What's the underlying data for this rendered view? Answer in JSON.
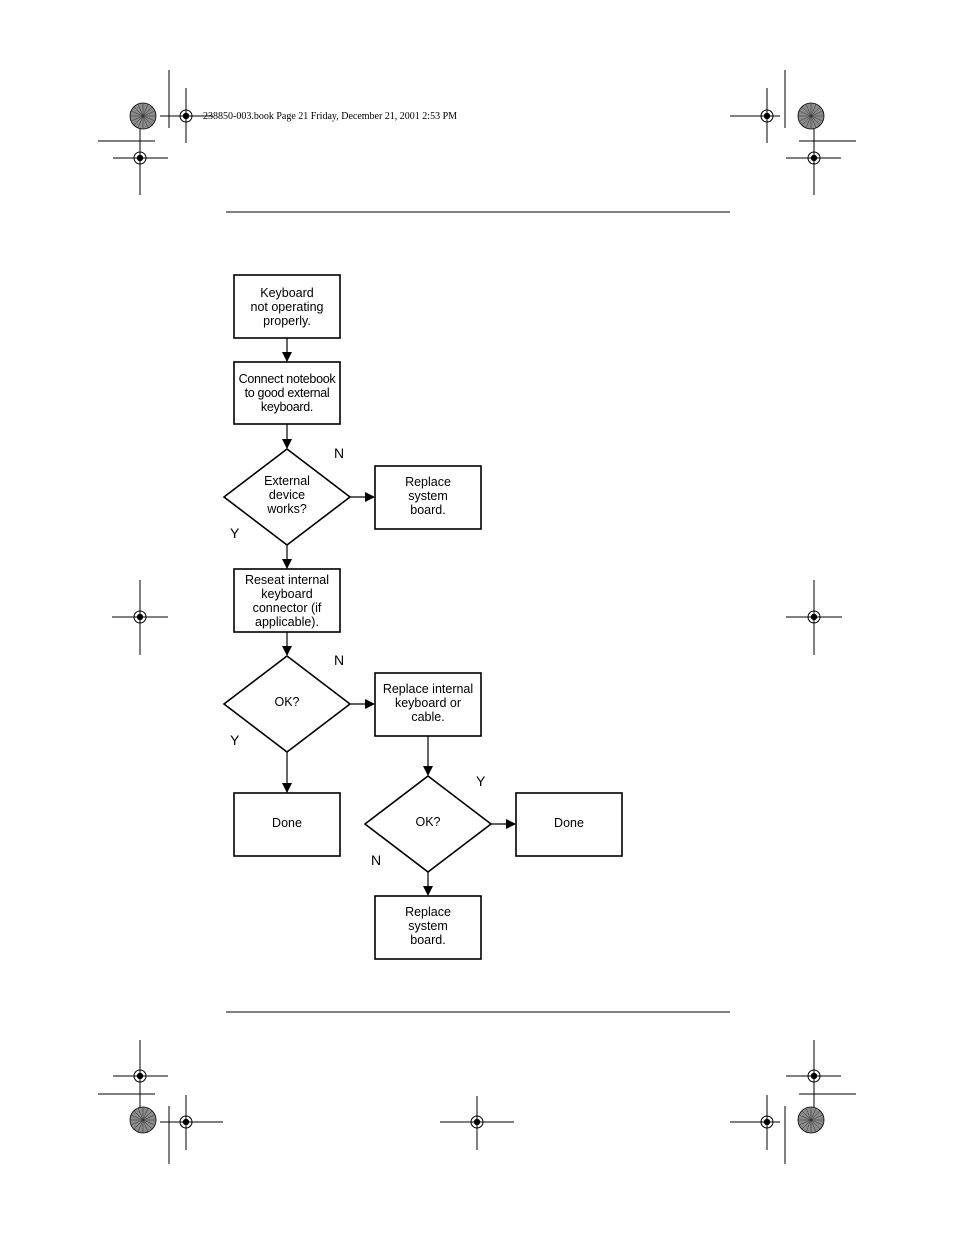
{
  "header": {
    "print_info": "238850-003.book  Page 21  Friday, December 21, 2001  2:53 PM"
  },
  "flowchart": {
    "nodes": {
      "start": "Keyboard\nnot operating\nproperly.",
      "connect_external": "Connect notebook\nto good external\nkeyboard.",
      "external_works": "External\ndevice\nworks?",
      "replace_board_1": "Replace\nsystem\nboard.",
      "reseat_connector": "Reseat internal\nkeyboard\nconnector (if\napplicable).",
      "ok_1": "OK?",
      "replace_keyboard": "Replace internal\nkeyboard or\ncable.",
      "done_1": "Done",
      "ok_2": "OK?",
      "done_2": "Done",
      "replace_board_2": "Replace\nsystem\nboard."
    },
    "branch_labels": {
      "external_no": "N",
      "external_yes": "Y",
      "ok1_no": "N",
      "ok1_yes": "Y",
      "ok2_yes": "Y",
      "ok2_no": "N"
    }
  }
}
